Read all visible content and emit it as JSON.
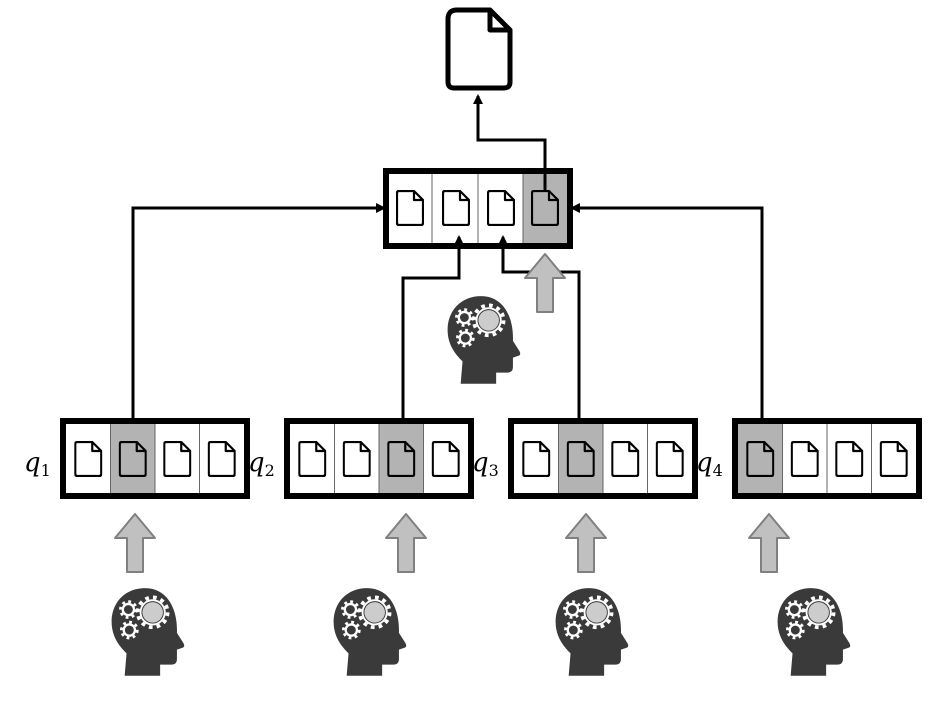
{
  "queues": [
    {
      "label": "q",
      "subscript": "1",
      "selected_index": 1
    },
    {
      "label": "q",
      "subscript": "2",
      "selected_index": 2
    },
    {
      "label": "q",
      "subscript": "3",
      "selected_index": 1
    },
    {
      "label": "q",
      "subscript": "4",
      "selected_index": 0
    }
  ],
  "merged_list": {
    "selected_index": 3
  },
  "icons": {
    "document": "document-icon",
    "head": "head-gears-icon",
    "arrow": "up-arrow-icon"
  },
  "colors": {
    "stroke": "#000000",
    "highlight": "#b3b3b3",
    "head": "#3a3a3a",
    "gear_light": "#cccccc",
    "arrow_fill": "#c0c0c0",
    "arrow_stroke": "#808080"
  }
}
